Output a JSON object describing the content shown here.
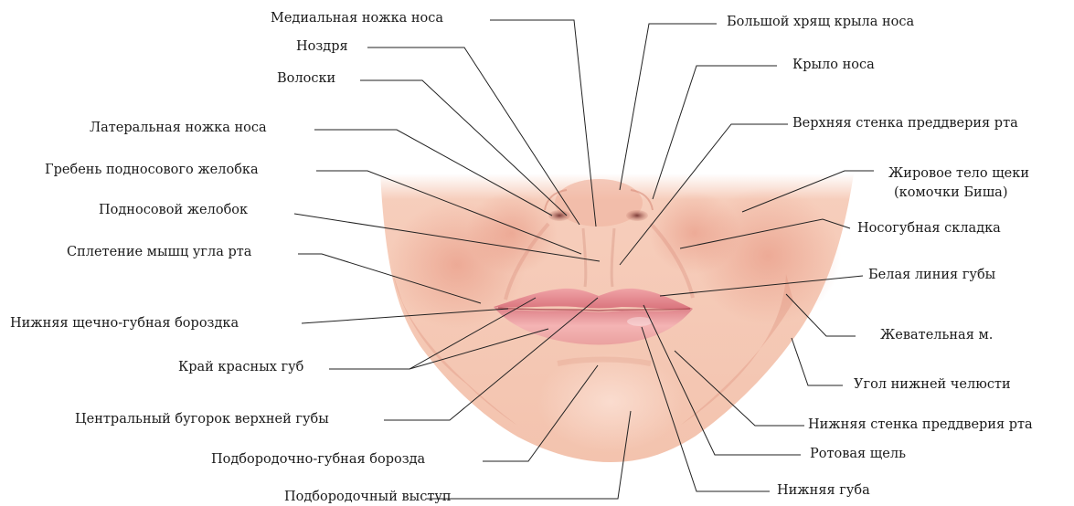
{
  "labels": {
    "medial_crus": "Медиальная ножка носа",
    "nostril": "Ноздря",
    "vibrissae": "Волоски",
    "lateral_crus": "Латеральная ножка носа",
    "philtral_ridge": "Гребень подносового желобка",
    "philtrum": "Подносовой желобок",
    "modiolus": "Сплетение мышц угла рта",
    "lower_buccolabial_groove": "Нижняя щечно-губная бороздка",
    "vermilion_border": "Край красных губ",
    "tubercle": "Центральный бугорок верхней губы",
    "mentolabial_sulcus": "Подбородочно-губная борозда",
    "mental_protuberance": "Подбородочный выступ",
    "alar_cartilage": "Большой хрящ крыла носа",
    "nasal_ala": "Крыло носа",
    "upper_vestibule_wall": "Верхняя стенка преддверия рта",
    "buccal_fat_line1": "Жировое тело щеки",
    "buccal_fat_line2": "(комочки Биша)",
    "nasolabial_fold": "Носогубная складка",
    "white_lip_line": "Белая линия губы",
    "masseter": "Жевательная м.",
    "mandible_angle": "Угол нижней челюсти",
    "lower_vestibule_wall": "Нижняя стенка преддверия рта",
    "oral_fissure": "Ротовая щель",
    "lower_lip": "Нижняя губа"
  },
  "colors": {
    "skin": "#f6cbb8",
    "skin_shadow": "#e39c87",
    "lip": "#e98b92",
    "lip_dark": "#b9555f",
    "leader_line": "#222222"
  }
}
